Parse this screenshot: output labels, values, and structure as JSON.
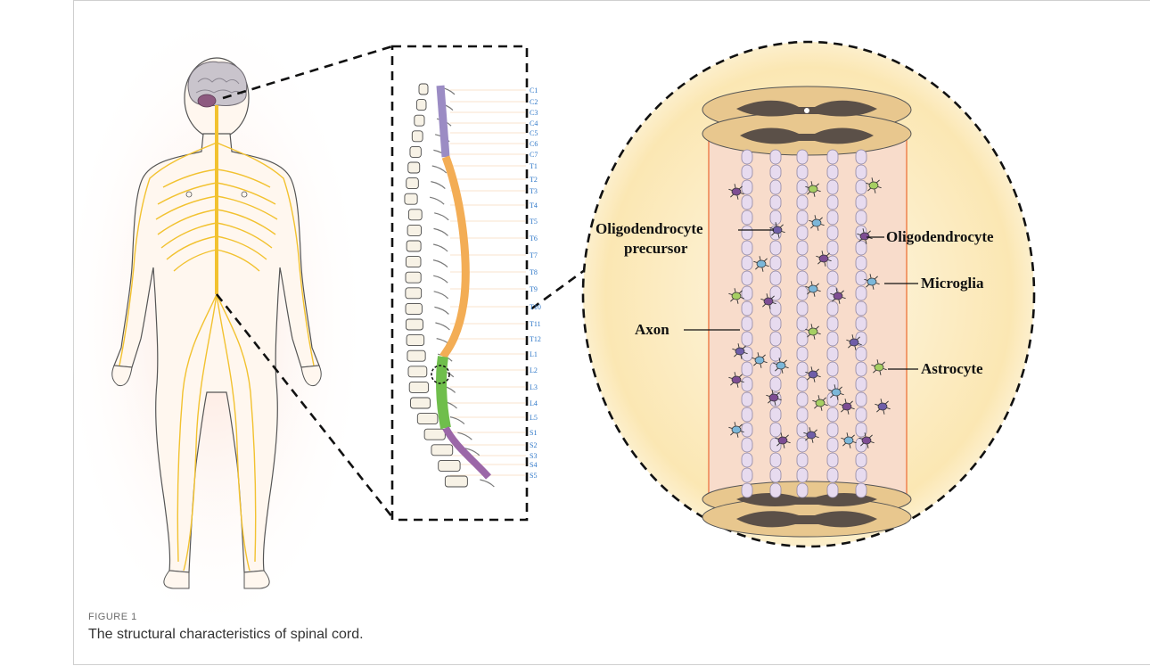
{
  "figure": {
    "tag": "FIGURE 1",
    "caption": "The structural characteristics of spinal cord."
  },
  "vertebrae": [
    "C1",
    "C2",
    "C3",
    "C4",
    "C5",
    "C6",
    "C7",
    "T1",
    "T2",
    "T3",
    "T4",
    "T5",
    "T6",
    "T7",
    "T8",
    "T9",
    "T10",
    "T11",
    "T12",
    "L1",
    "L2",
    "L3",
    "L4",
    "L5",
    "S1",
    "S2",
    "S3",
    "S4",
    "S5"
  ],
  "cell_labels": {
    "opc_line1": "Oligodendrocyte",
    "opc_line2": "precursor",
    "oligodendrocyte": "Oligodendrocyte",
    "microglia": "Microglia",
    "axon": "Axon",
    "astrocyte": "Astrocyte"
  },
  "colors": {
    "nerve": "#f2c230",
    "cervical": "#9b8cc4",
    "thoracic": "#f3ad55",
    "lumbar": "#6fbe4c",
    "sacral": "#9b67a8",
    "label_blue": "#2e77c8",
    "axon_fill": "#e7dbef",
    "cord_tissue": "#f8dccb"
  }
}
